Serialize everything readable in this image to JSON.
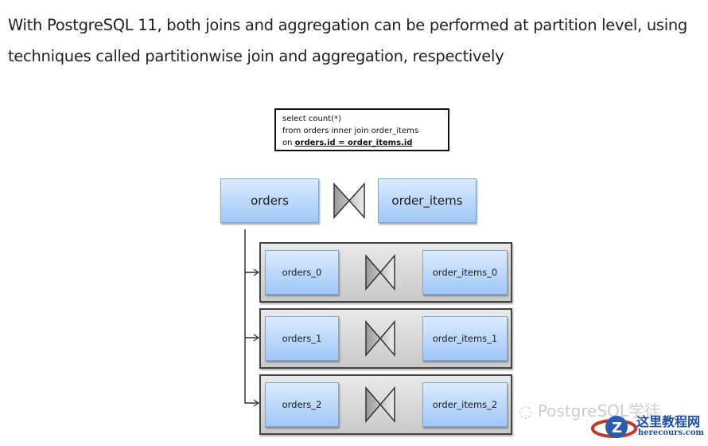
{
  "intro_text": "With PostgreSQL 11, both joins and aggregation can be performed at partition level, using techniques called partitionwise join and aggregation, respectively",
  "query": {
    "line1": "select count(*)",
    "line2": "from orders inner join order_items",
    "line3_prefix": "on ",
    "line3_condition": "orders.id = order_items.id"
  },
  "top_join": {
    "left": "orders",
    "right": "order_items",
    "operator_icon": "join-bowtie-icon"
  },
  "partitions": [
    {
      "left": "orders_0",
      "right": "order_items_0"
    },
    {
      "left": "orders_1",
      "right": "order_items_1"
    },
    {
      "left": "orders_2",
      "right": "order_items_2"
    }
  ],
  "watermarks": {
    "wechat_text": "PostgreSQL学徒",
    "site_name": "这里教程网",
    "site_url": "herecours.com"
  },
  "colors": {
    "table_fill_top": "#dcebff",
    "table_fill_bottom": "#9fc7f7",
    "partition_fill": "#d6d6d6",
    "border": "#444444"
  }
}
